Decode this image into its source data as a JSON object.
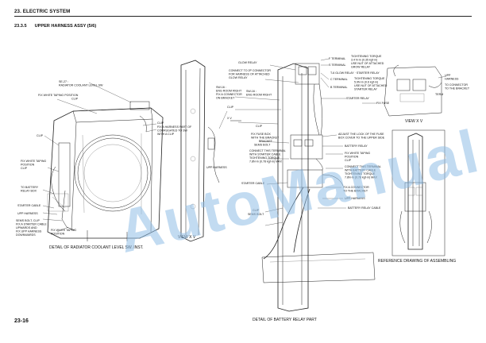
{
  "header": {
    "chapter": "23. ELECTRIC SYSTEM"
  },
  "section": {
    "number": "23.3.5",
    "title": "UPPER HARNESS ASSY (5/6)"
  },
  "page_number": "23-16",
  "watermark": "AutoManual",
  "captions": {
    "radiator": "DETAIL OF RADIATOR COOLANT LEVEL SW. INST.",
    "battery": "DETAIL OF BATTERY RELAY PART",
    "reference": "REFERENCE DRAWING OF ASSEMBLING",
    "view_xv_a": "VIEW X V",
    "view_xv_b": "VIEW X V",
    "xv_mark": "X V"
  },
  "left_labels": {
    "se27_1": "SE-27 :",
    "se27_2": "RADIATOR COOLANT LEVEL SW",
    "fix_tape_1": "FIX WHITE TAPING POSITION",
    "fix_tape_2": "CLIP",
    "clip_a": "CLIP",
    "clip_b": "CLIP",
    "fix_harness_1": "FIX A HARNESS PART OF",
    "fix_harness_2": "CORRUGATED TO SW",
    "fix_harness_3": "WITH A CLIP",
    "fix_white_1": "FIX WHITE TAPING",
    "fix_white_2": "POSITION",
    "fix_white_3": "CLIP",
    "to_battery_1": "TO BATTERY",
    "to_battery_2": "RELAY BOX",
    "starter_cable": "STARTER CABLE",
    "upp_harness": "UPP HARNESS",
    "sems_1": "SEMS BOLT, CLIP",
    "sems_2": "FIX A STARTER CABLE",
    "sems_3": "UPWARDS AND",
    "sems_4": "FIX UPP HARNESS",
    "sems_5": "DOWNWARDS",
    "fix_white_b1": "FIX WHITE TAPING",
    "fix_white_b2": "POSITION"
  },
  "center_labels": {
    "glow_relay": "GLOW RELAY",
    "connect_1": "CONNECT TO 2P CONNECTOR",
    "connect_2": "FOR HARNESS OF ATTACHED",
    "connect_3": "GLOW RELAY",
    "sw16_1": "SW-16 :",
    "sw16_2": "ENG ROOM RIGHT",
    "sw16_3": "FIX A CONNECTOR",
    "sw16_4": "ON BRACKET",
    "sw16b_1": "SW-16 :",
    "sw16b_2": "ENG ROOM RIGHT",
    "clip_c": "CLIP",
    "clip_d": "CLIP",
    "upp_harness_c": "UPP HARNESS",
    "fix_fuse_1": "FIX FUSE BOX",
    "fix_fuse_2": "WITH THE BRACKET",
    "fix_fuse_3": "BRACKET",
    "fix_fuse_4": "SEMS BOLT",
    "connect_term_1": "CONNECT THIS TERMINAL",
    "connect_term_2": "WITH STARTER CABLE",
    "connect_term_3": "TIGHTENING TORQUE",
    "connect_term_4": "7.8N·m (0.78 kgf·m) MAX",
    "starter_cable_c": "STARTER CABLE",
    "clip_e": "CLIP",
    "sems_bolt_c": "SEMS BOLT"
  },
  "right_labels": {
    "f_terminal": "F TERMINAL",
    "s_terminal": "S TERMINAL",
    "c_terminal": "C TERMINAL",
    "b_terminal": "B TERMINAL",
    "torque_1a": "TIGHTENING TORQUE",
    "torque_1b": "3.4 N·m (0.35 kgf·m)",
    "torque_1c": "USE NUT OF ATTACHED",
    "torque_1d": "GROW RELAY",
    "glow_starter": "T-6 GLOW RELAY · STARTER RELAY",
    "torque_2a": "TIGHTENING TORQUE",
    "torque_2b": "5.9N·m (0.6 kgf·m)",
    "torque_2c": "USE NUT OF ATTACHED",
    "torque_2d": "STARTER RELAY",
    "starter_relay": "STARTER RELAY",
    "fix_fuse": "FIX FUSE",
    "adjust_1": "ADJUST THE LOCK OF THE FUSE",
    "adjust_2": "BOX COVER TO THE UPPER SIDE",
    "battery_relay": "BATTERY RELAY",
    "fix_white_r1": "FIX WHITE TAPING",
    "fix_white_r2": "POSITION",
    "fix_white_r3": "CLIP",
    "connect_bat_1": "CONNECT THIS TERMINAL",
    "connect_bat_2": "WITH BATTERY CABLE",
    "connect_bat_3": "TIGHTENING TORQUE",
    "connect_bat_4": "7.8N·m (0.78 kgf·m) MAX",
    "fix_conn_1": "FIX A CONNECTOR",
    "fix_conn_2": "TO THE BRACKET",
    "upp_harness_r": "UPP HARNESS",
    "battery_relay_cable": "BATTERY RELAY CABLE",
    "upp_1": "UPP",
    "upp_2": "HARNESS",
    "to_connector_1": "TO CONNECTOR",
    "to_connector_2": "TO THE BRACKET",
    "term": "TERM"
  }
}
